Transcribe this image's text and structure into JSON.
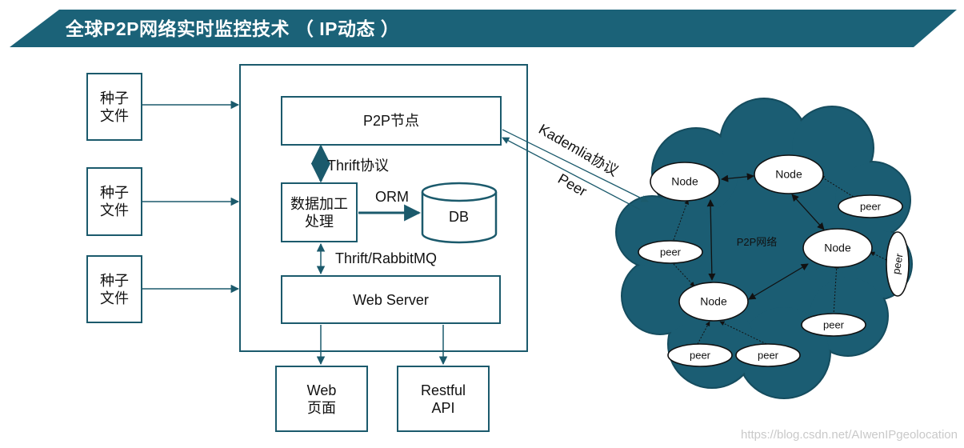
{
  "title": "全球P2P网络实时监控技术 （ IP动态 ）",
  "seed_files": [
    "种子\n文件",
    "种子\n文件",
    "种子\n文件"
  ],
  "p2p_node": "P2P节点",
  "thrift_protocol": "Thrift协议",
  "data_processing": "数据加工\n处理",
  "orm": "ORM",
  "db": "DB",
  "thrift_rabbitmq": "Thrift/RabbitMQ",
  "web_server": "Web Server",
  "web_page": "Web\n页面",
  "restful_api": "Restful\nAPI",
  "kademlia": "Kademlia协议",
  "peer_label": "Peer",
  "network": {
    "label": "P2P网络",
    "node": "Node",
    "peer": "peer"
  },
  "watermark": "https://blog.csdn.net/AIwenIPgeolocation",
  "colors": {
    "banner": "#1b6278",
    "box_border": "#1b5a6c",
    "cloud_fill": "#1b5d73",
    "cloud_stroke": "#154c5e"
  }
}
